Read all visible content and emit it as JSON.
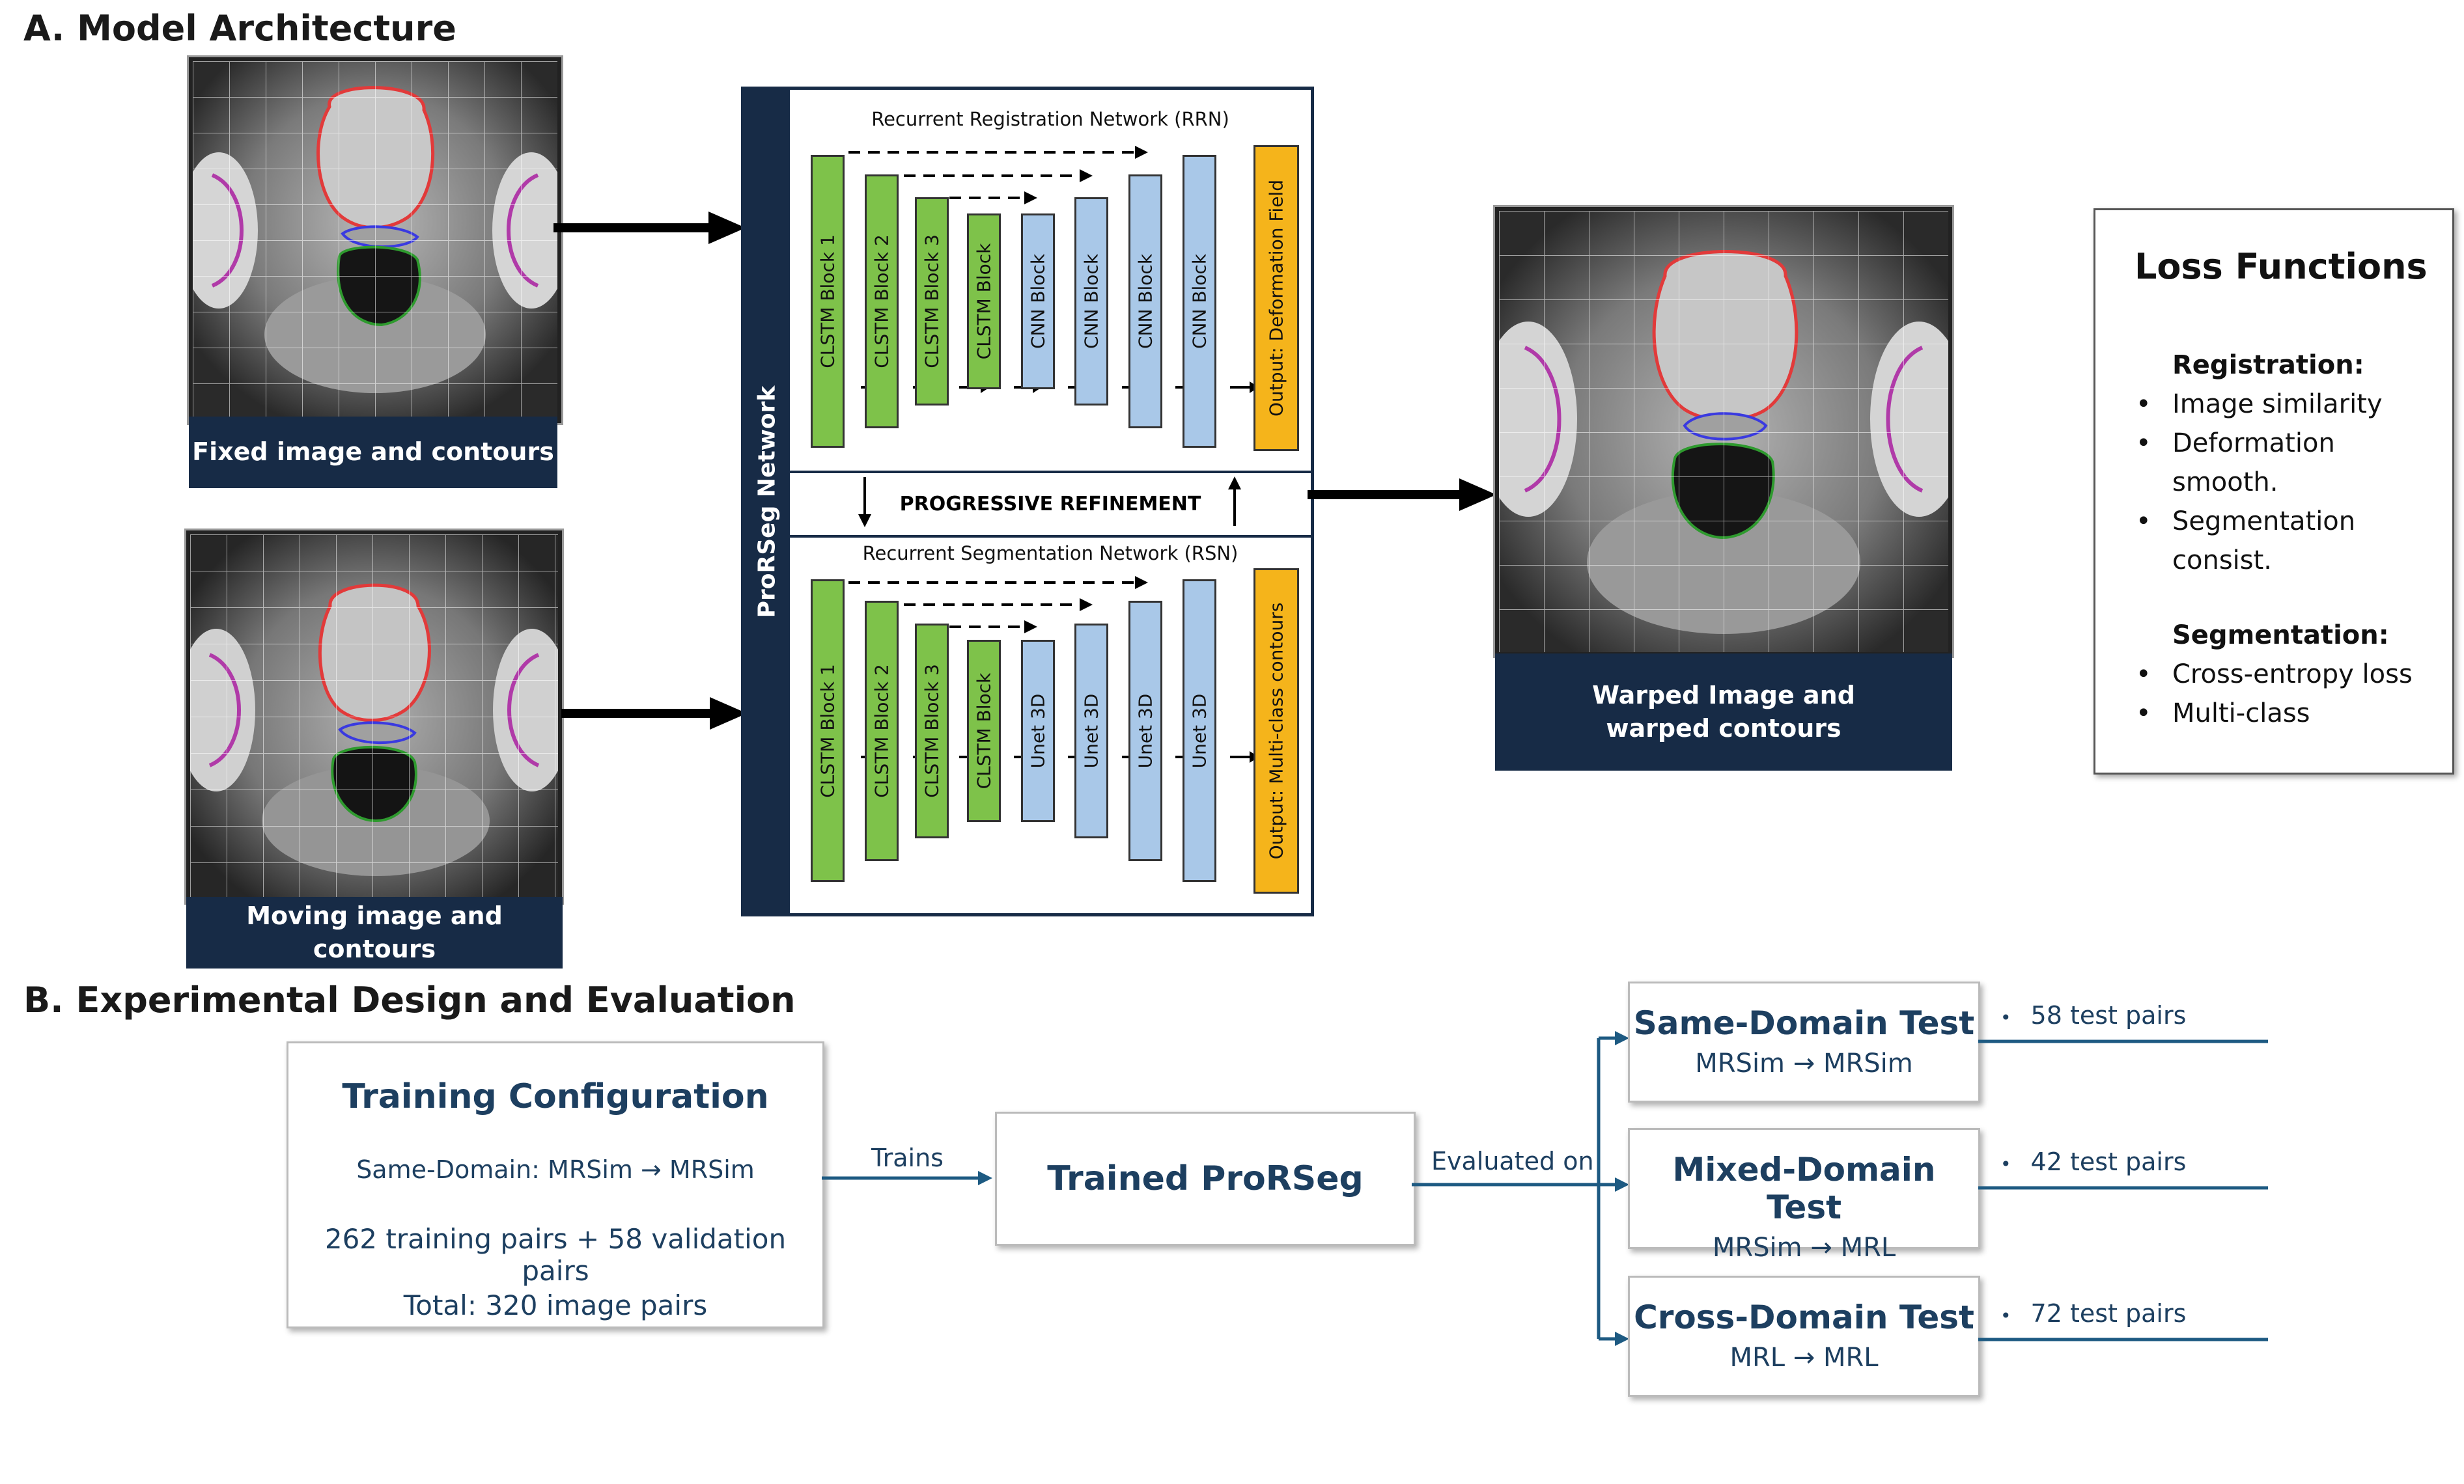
{
  "sectionA": {
    "title": "A. Model Architecture"
  },
  "images": {
    "fixed_caption": "Fixed image and contours",
    "moving_caption": "Moving image and contours",
    "warped_caption_line1": "Warped Image and",
    "warped_caption_line2": "warped contours"
  },
  "network": {
    "side_label": "ProRSeg Network",
    "rrn_title": "Recurrent Registration Network (RRN)",
    "rsn_title": "Recurrent Segmentation Network (RSN)",
    "refinement_label": "PROGRESSIVE REFINEMENT",
    "rrn_blocks": [
      "CLSTM Block 1",
      "CLSTM Block 2",
      "CLSTM Block 3",
      "CLSTM Block",
      "CNN Block",
      "CNN Block",
      "CNN Block",
      "CNN Block"
    ],
    "rrn_output": "Output: Deformation Field",
    "rsn_blocks": [
      "CLSTM Block 1",
      "CLSTM Block 2",
      "CLSTM Block 3",
      "CLSTM Block",
      "Unet 3D",
      "Unet 3D",
      "Unet 3D",
      "Unet 3D"
    ],
    "rsn_output": "Output: Multi-class contours",
    "colors": {
      "clstm": "#7ec24a",
      "cnn": "#a9c8e8",
      "output": "#f5b41b",
      "navy": "#172b46"
    }
  },
  "loss": {
    "title": "Loss Functions",
    "registration_heading": "Registration:",
    "registration_items": [
      "Image similarity",
      "Deformation",
      "smooth.",
      "Segmentation",
      "consist."
    ],
    "segmentation_heading": "Segmentation:",
    "segmentation_items": [
      "Cross-entropy loss",
      "Multi-class"
    ]
  },
  "sectionB": {
    "title": "B. Experimental Design and Evaluation",
    "training": {
      "title": "Training Configuration",
      "domain": "Same-Domain: MRSim → MRSim",
      "pairs": "262 training pairs + 58 validation pairs",
      "total": "Total: 320 image pairs"
    },
    "trains_label": "Trains",
    "trained_model": "Trained ProRSeg",
    "evaluated_label": "Evaluated on",
    "tests": [
      {
        "title": "Same-Domain Test",
        "mapping": "MRSim → MRSim",
        "pairs": "58 test pairs"
      },
      {
        "title": "Mixed-Domain Test",
        "mapping": "MRSim → MRL",
        "pairs": "42 test pairs"
      },
      {
        "title": "Cross-Domain Test",
        "mapping": "MRL → MRL",
        "pairs": "72 test pairs"
      }
    ]
  }
}
